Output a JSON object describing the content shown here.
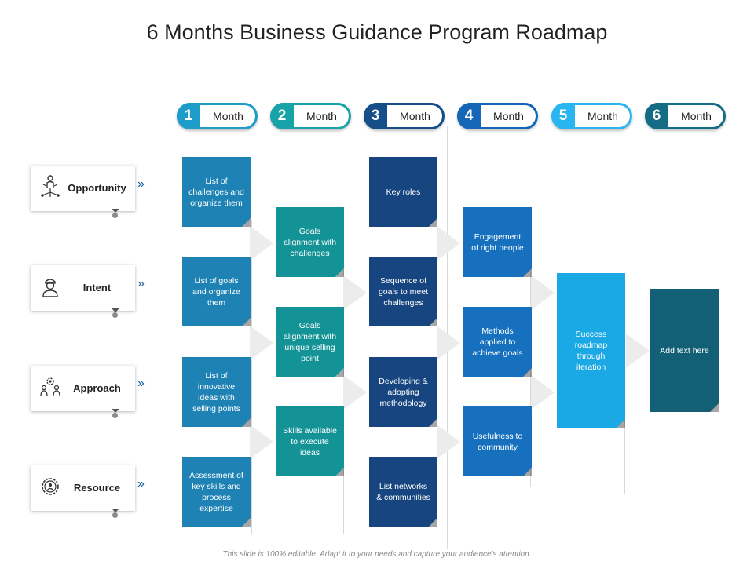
{
  "title": "6 Months Business Guidance Program Roadmap",
  "footer": "This slide is 100% editable. Adapt it to your needs and capture your audience's attention.",
  "months": [
    {
      "num": "1",
      "label": "Month",
      "color": "#1d9cc9"
    },
    {
      "num": "2",
      "label": "Month",
      "color": "#17a3a8"
    },
    {
      "num": "3",
      "label": "Month",
      "color": "#164e8a"
    },
    {
      "num": "4",
      "label": "Month",
      "color": "#1666b8"
    },
    {
      "num": "5",
      "label": "Month",
      "color": "#29b6f0"
    },
    {
      "num": "6",
      "label": "Month",
      "color": "#136b84"
    }
  ],
  "categories": [
    {
      "label": "Opportunity",
      "icon": "people-network-icon"
    },
    {
      "label": "Intent",
      "icon": "person-icon"
    },
    {
      "label": "Approach",
      "icon": "team-gear-icon"
    },
    {
      "label": "Resource",
      "icon": "gear-person-icon"
    }
  ],
  "chevron": "»",
  "colors": {
    "col1": "#1e83b4",
    "col2": "#149396",
    "col3": "#17457f",
    "col4": "#1670bd",
    "col5": "#1ba9e6",
    "col6": "#135f76"
  },
  "columns": {
    "c1": [
      "List of challenges and organize them",
      "List of goals and organize them",
      "List of innovative ideas with selling points",
      "Assessment of key skills and process expertise"
    ],
    "c2": [
      "Goals alignment with challenges",
      "Goals alignment with unique selling point",
      "Skills available to execute ideas"
    ],
    "c3": [
      "Key roles",
      "Sequence of goals to meet challenges",
      "Developing & adopting methodology",
      "List networks & communities"
    ],
    "c4": [
      "Engagement of right people",
      "Methods applied to achieve goals",
      "Usefulness to community"
    ],
    "c5": [
      "Success roadmap through iteration"
    ],
    "c6": [
      "Add text here"
    ]
  }
}
